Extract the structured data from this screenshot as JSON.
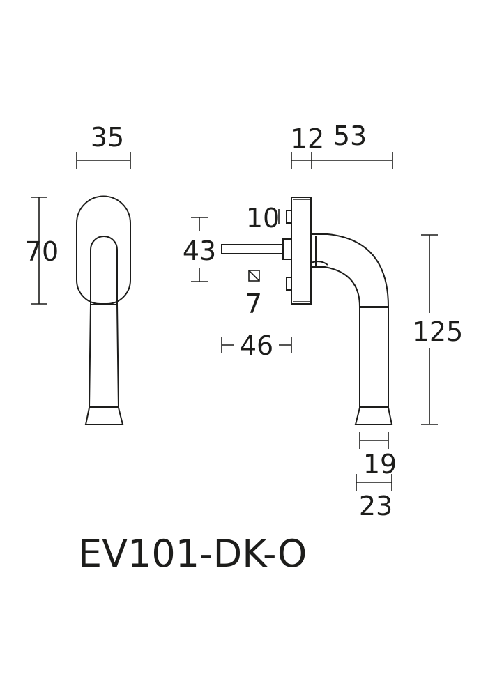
{
  "product_code": "EV101-DK-O",
  "front_view": {
    "width_label": "35",
    "height_label": "70"
  },
  "side_view": {
    "rose_depth_label": "12",
    "projection_label": "53",
    "plate_label": "10",
    "spindle_height_label": "43",
    "spindle_square_label": "7",
    "spindle_length_label": "46",
    "total_height_label": "125",
    "tip_width_inner_label": "19",
    "tip_width_outer_label": "23"
  }
}
